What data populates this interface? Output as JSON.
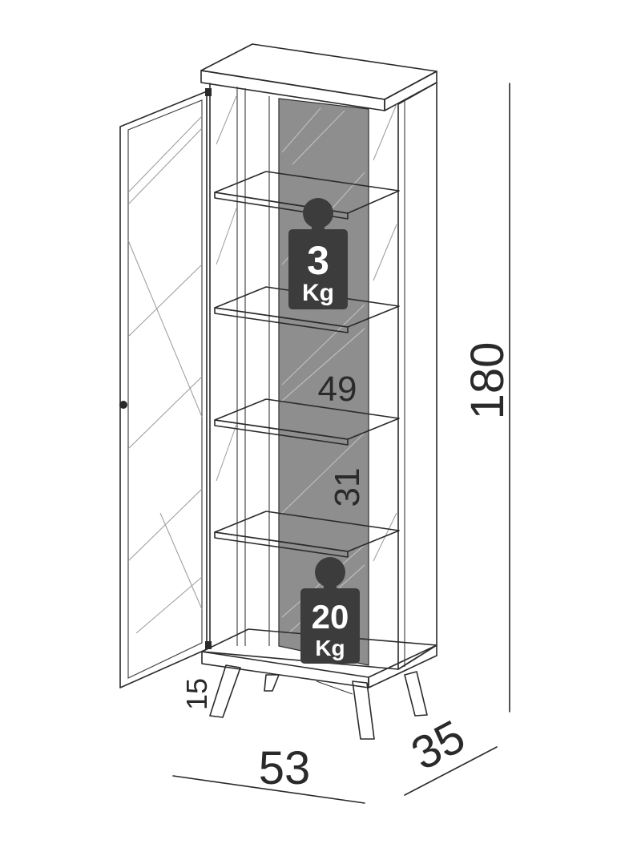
{
  "dimensions": {
    "height": "180",
    "width": "53",
    "depth": "35",
    "leg_height": "15",
    "compartment_upper": "49",
    "compartment_lower": "31"
  },
  "weights": {
    "shelf_load": {
      "value": "3",
      "unit": "Kg"
    },
    "base_load": {
      "value": "20",
      "unit": "Kg"
    }
  },
  "colors": {
    "line": "#2a2a2a",
    "back_panel": "#8e8e8e",
    "weight_badge": "#3c3c3c"
  }
}
